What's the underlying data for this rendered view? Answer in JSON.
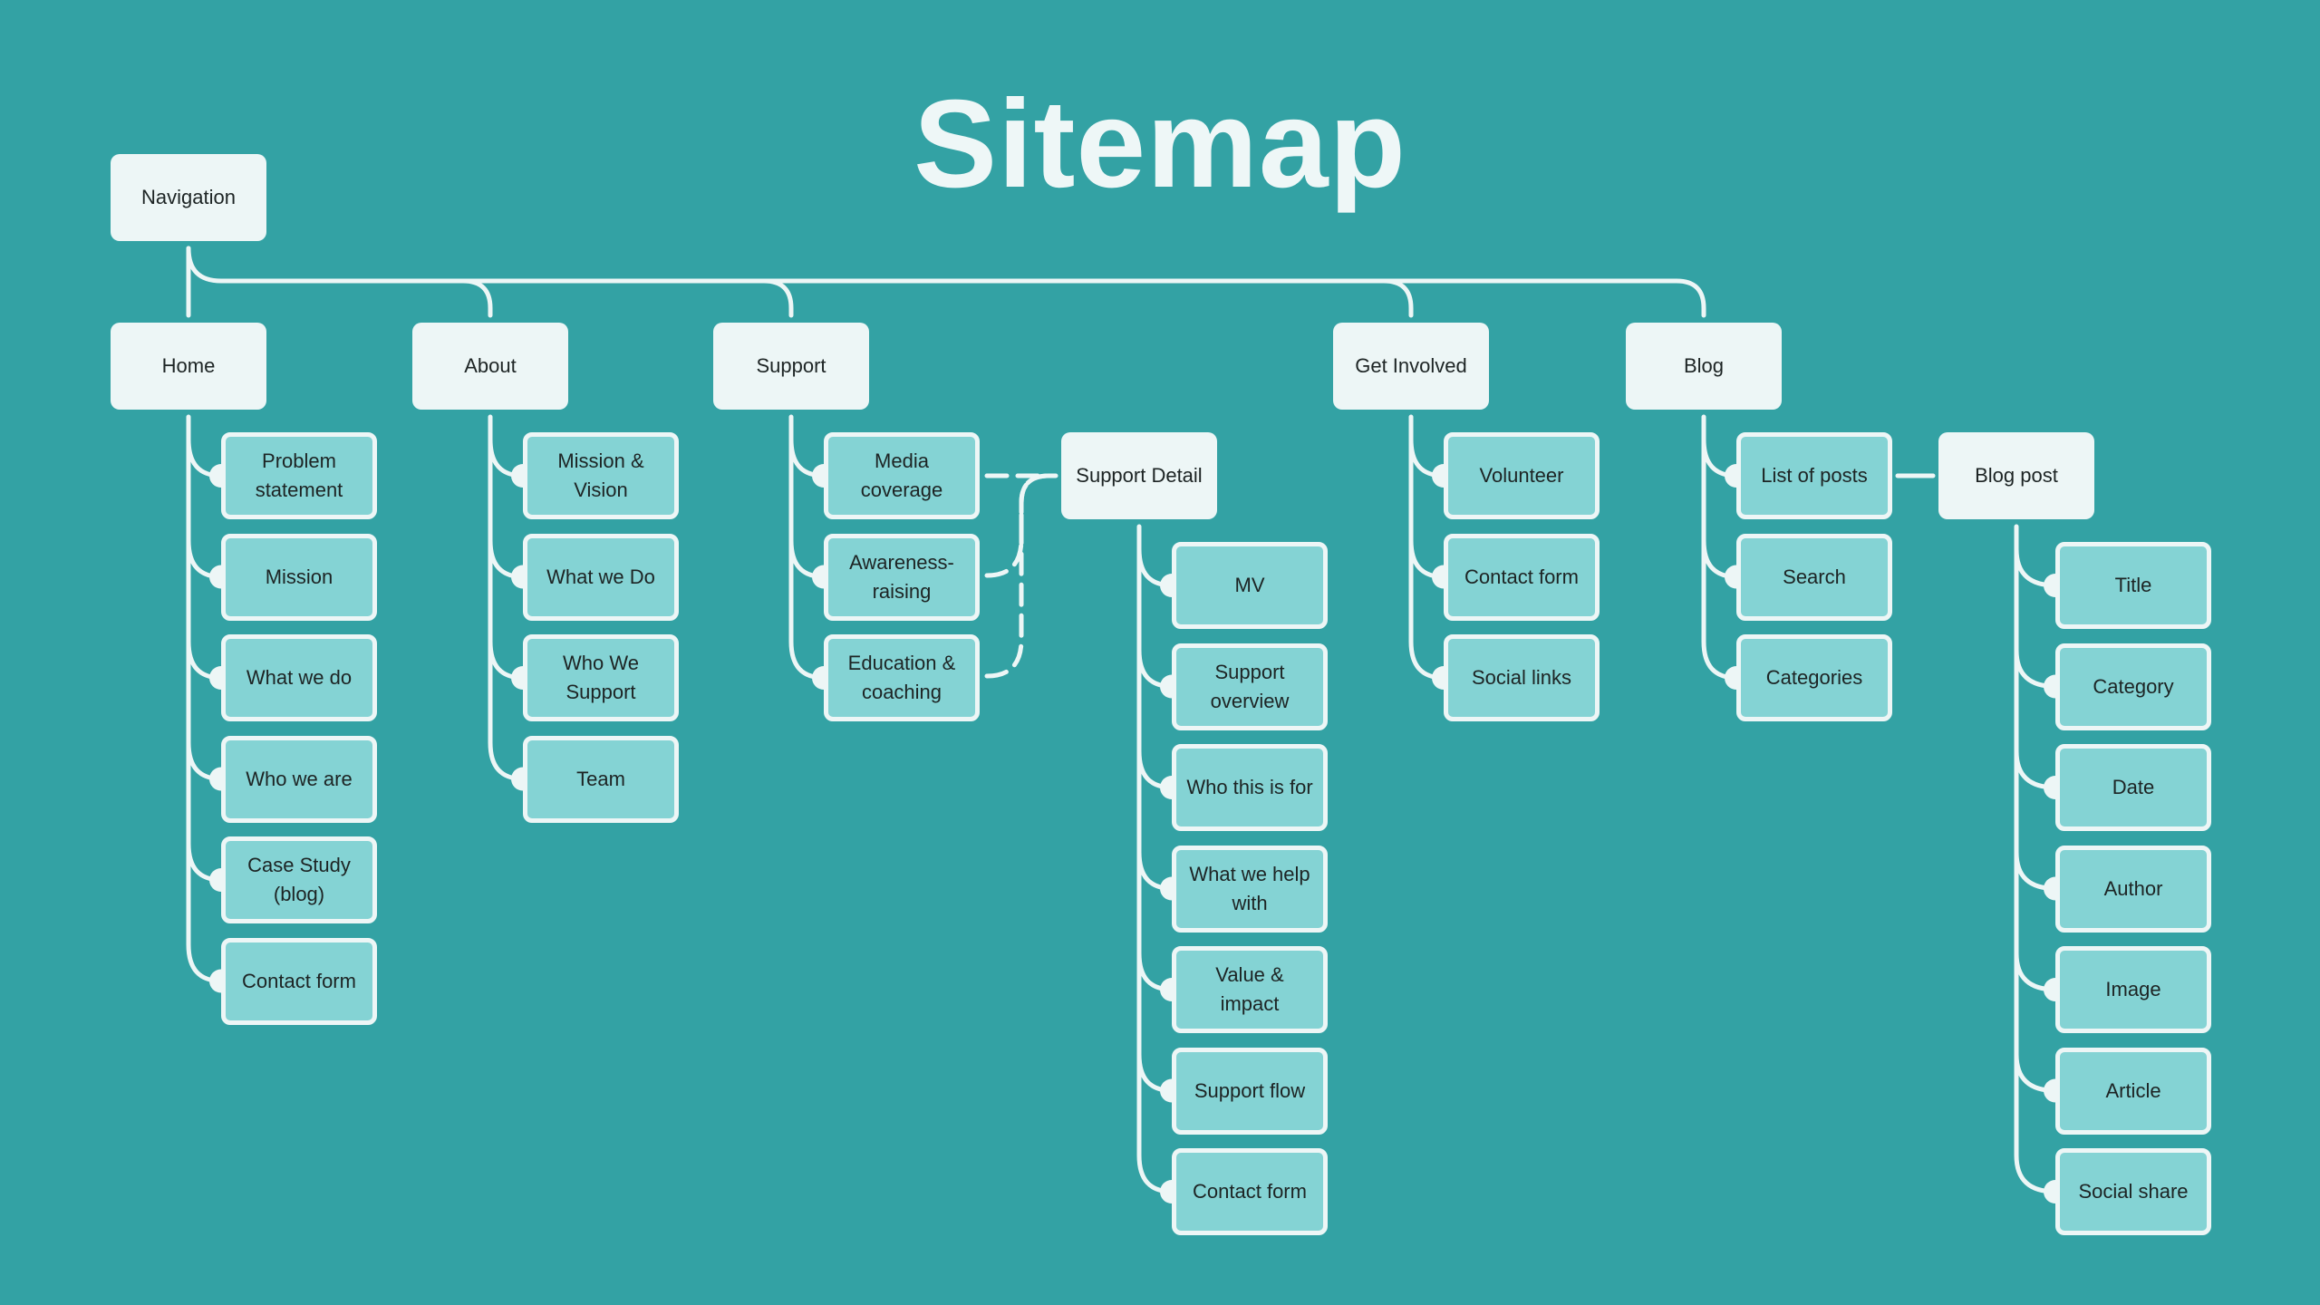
{
  "title": "Sitemap",
  "navigation": {
    "label": "Navigation"
  },
  "sections": [
    {
      "label": "Home",
      "children": [
        "Problem statement",
        "Mission",
        "What we do",
        "Who we are",
        "Case Study (blog)",
        "Contact form"
      ]
    },
    {
      "label": "About",
      "children": [
        "Mission & Vision",
        "What we Do",
        "Who We Support",
        "Team"
      ]
    },
    {
      "label": "Support",
      "children": [
        "Media coverage",
        "Awareness-raising",
        "Education & coaching"
      ]
    },
    {
      "label": "Get Involved",
      "children": [
        "Volunteer",
        "Contact form",
        "Social links"
      ]
    },
    {
      "label": "Blog",
      "children": [
        "List of posts",
        "Search",
        "Categories"
      ]
    }
  ],
  "support_detail": {
    "label": "Support Detail",
    "children": [
      "MV",
      "Support overview",
      "Who this is for",
      "What we help with",
      "Value & impact",
      "Support flow",
      "Contact form"
    ]
  },
  "blog_post": {
    "label": "Blog post",
    "children": [
      "Title",
      "Category",
      "Date",
      "Author",
      "Image",
      "Article",
      "Social share"
    ]
  },
  "colors": {
    "background": "#33a2a4",
    "header_box": "#edf6f6",
    "child_box": "#84d3d4",
    "line": "#edf6f6"
  }
}
